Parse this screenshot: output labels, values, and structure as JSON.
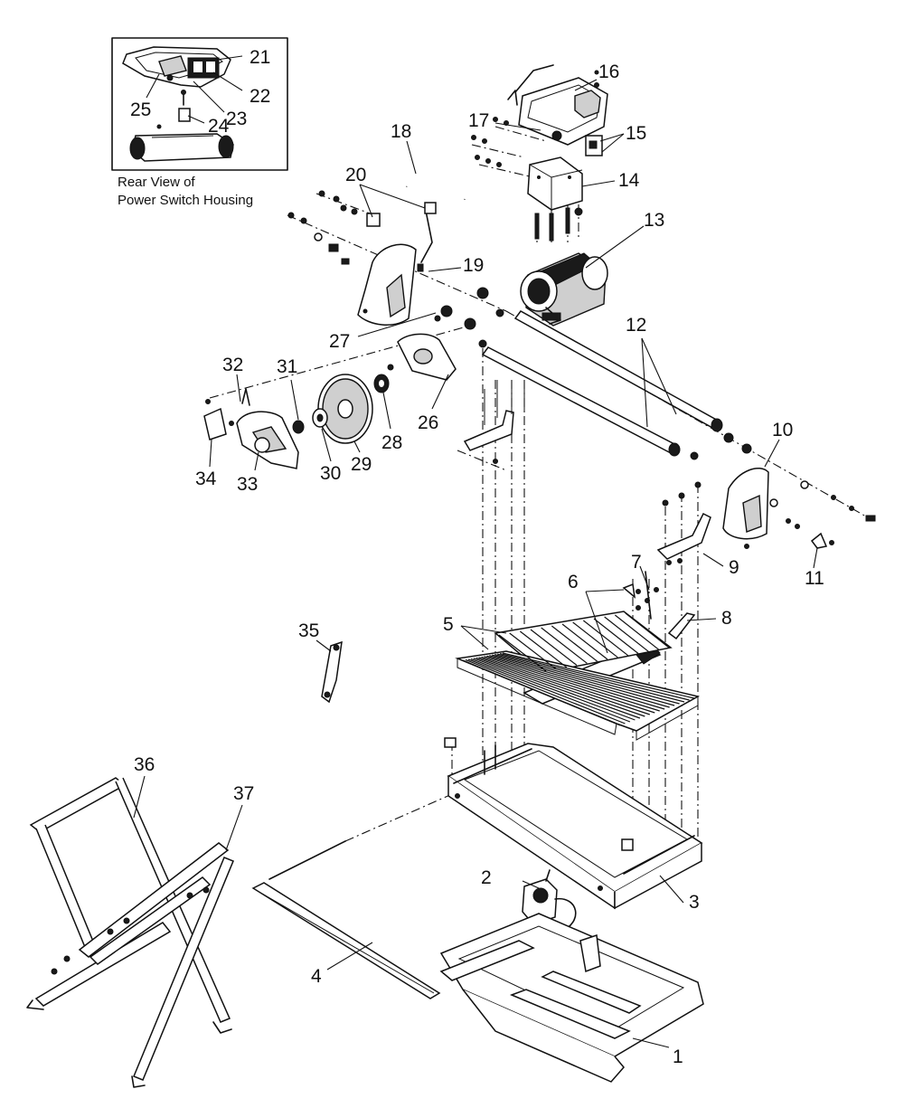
{
  "inset": {
    "caption_line1": "Rear View of",
    "caption_line2": "Power Switch Housing"
  },
  "parts": [
    {
      "id": "p1",
      "number": "1"
    },
    {
      "id": "p2",
      "number": "2"
    },
    {
      "id": "p3",
      "number": "3"
    },
    {
      "id": "p4",
      "number": "4"
    },
    {
      "id": "p5",
      "number": "5"
    },
    {
      "id": "p6",
      "number": "6"
    },
    {
      "id": "p7",
      "number": "7"
    },
    {
      "id": "p8",
      "number": "8"
    },
    {
      "id": "p9",
      "number": "9"
    },
    {
      "id": "p10",
      "number": "10"
    },
    {
      "id": "p11",
      "number": "11"
    },
    {
      "id": "p12",
      "number": "12"
    },
    {
      "id": "p13",
      "number": "13"
    },
    {
      "id": "p14",
      "number": "14"
    },
    {
      "id": "p15",
      "number": "15"
    },
    {
      "id": "p16",
      "number": "16"
    },
    {
      "id": "p17",
      "number": "17"
    },
    {
      "id": "p18",
      "number": "18"
    },
    {
      "id": "p19",
      "number": "19"
    },
    {
      "id": "p20",
      "number": "20"
    },
    {
      "id": "p21",
      "number": "21"
    },
    {
      "id": "p22",
      "number": "22"
    },
    {
      "id": "p23",
      "number": "23"
    },
    {
      "id": "p24",
      "number": "24"
    },
    {
      "id": "p25",
      "number": "25"
    },
    {
      "id": "p26",
      "number": "26"
    },
    {
      "id": "p27",
      "number": "27"
    },
    {
      "id": "p28",
      "number": "28"
    },
    {
      "id": "p29",
      "number": "29"
    },
    {
      "id": "p30",
      "number": "30"
    },
    {
      "id": "p31",
      "number": "31"
    },
    {
      "id": "p32",
      "number": "32"
    },
    {
      "id": "p33",
      "number": "33"
    },
    {
      "id": "p34",
      "number": "34"
    },
    {
      "id": "p35",
      "number": "35"
    },
    {
      "id": "p36",
      "number": "36"
    },
    {
      "id": "p37",
      "number": "37"
    }
  ]
}
